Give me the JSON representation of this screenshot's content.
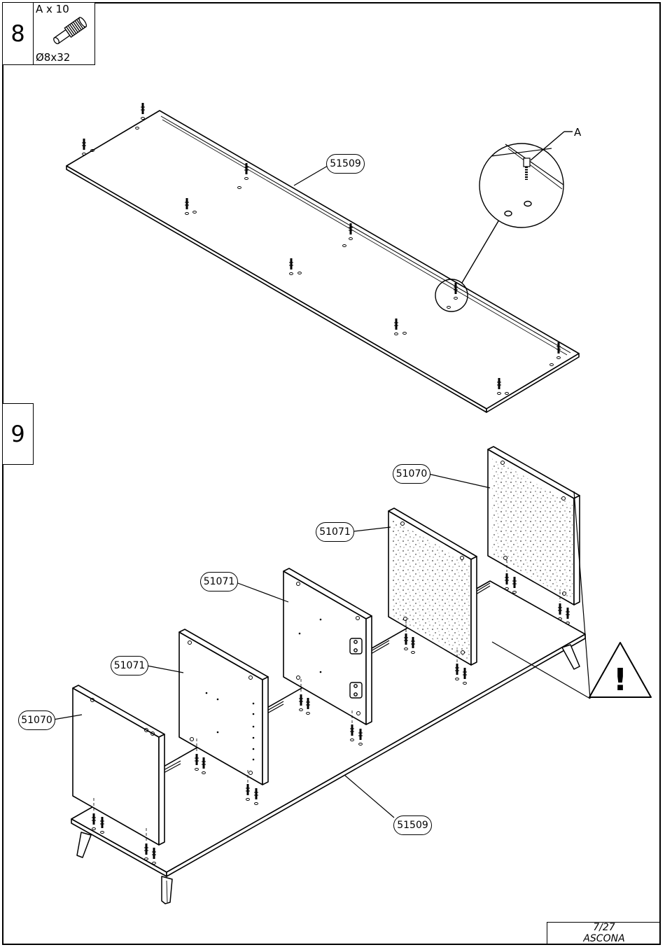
{
  "steps": [
    {
      "number": "8"
    },
    {
      "number": "9"
    }
  ],
  "hardware": {
    "quantity": "A x 10",
    "size": "Ø8x32",
    "icon": "dowel-icon",
    "callout_letter": "A"
  },
  "part_labels": {
    "top_panel_step8": "51509",
    "right_side_panel": "51070",
    "partition_rear_right": "51071",
    "partition_middle": "51071",
    "partition_front": "51071",
    "left_side_panel": "51070",
    "top_panel_step9": "51509"
  },
  "warning": {
    "symbol": "!"
  },
  "footer": {
    "page": "7/27",
    "product": "ASCONA"
  }
}
